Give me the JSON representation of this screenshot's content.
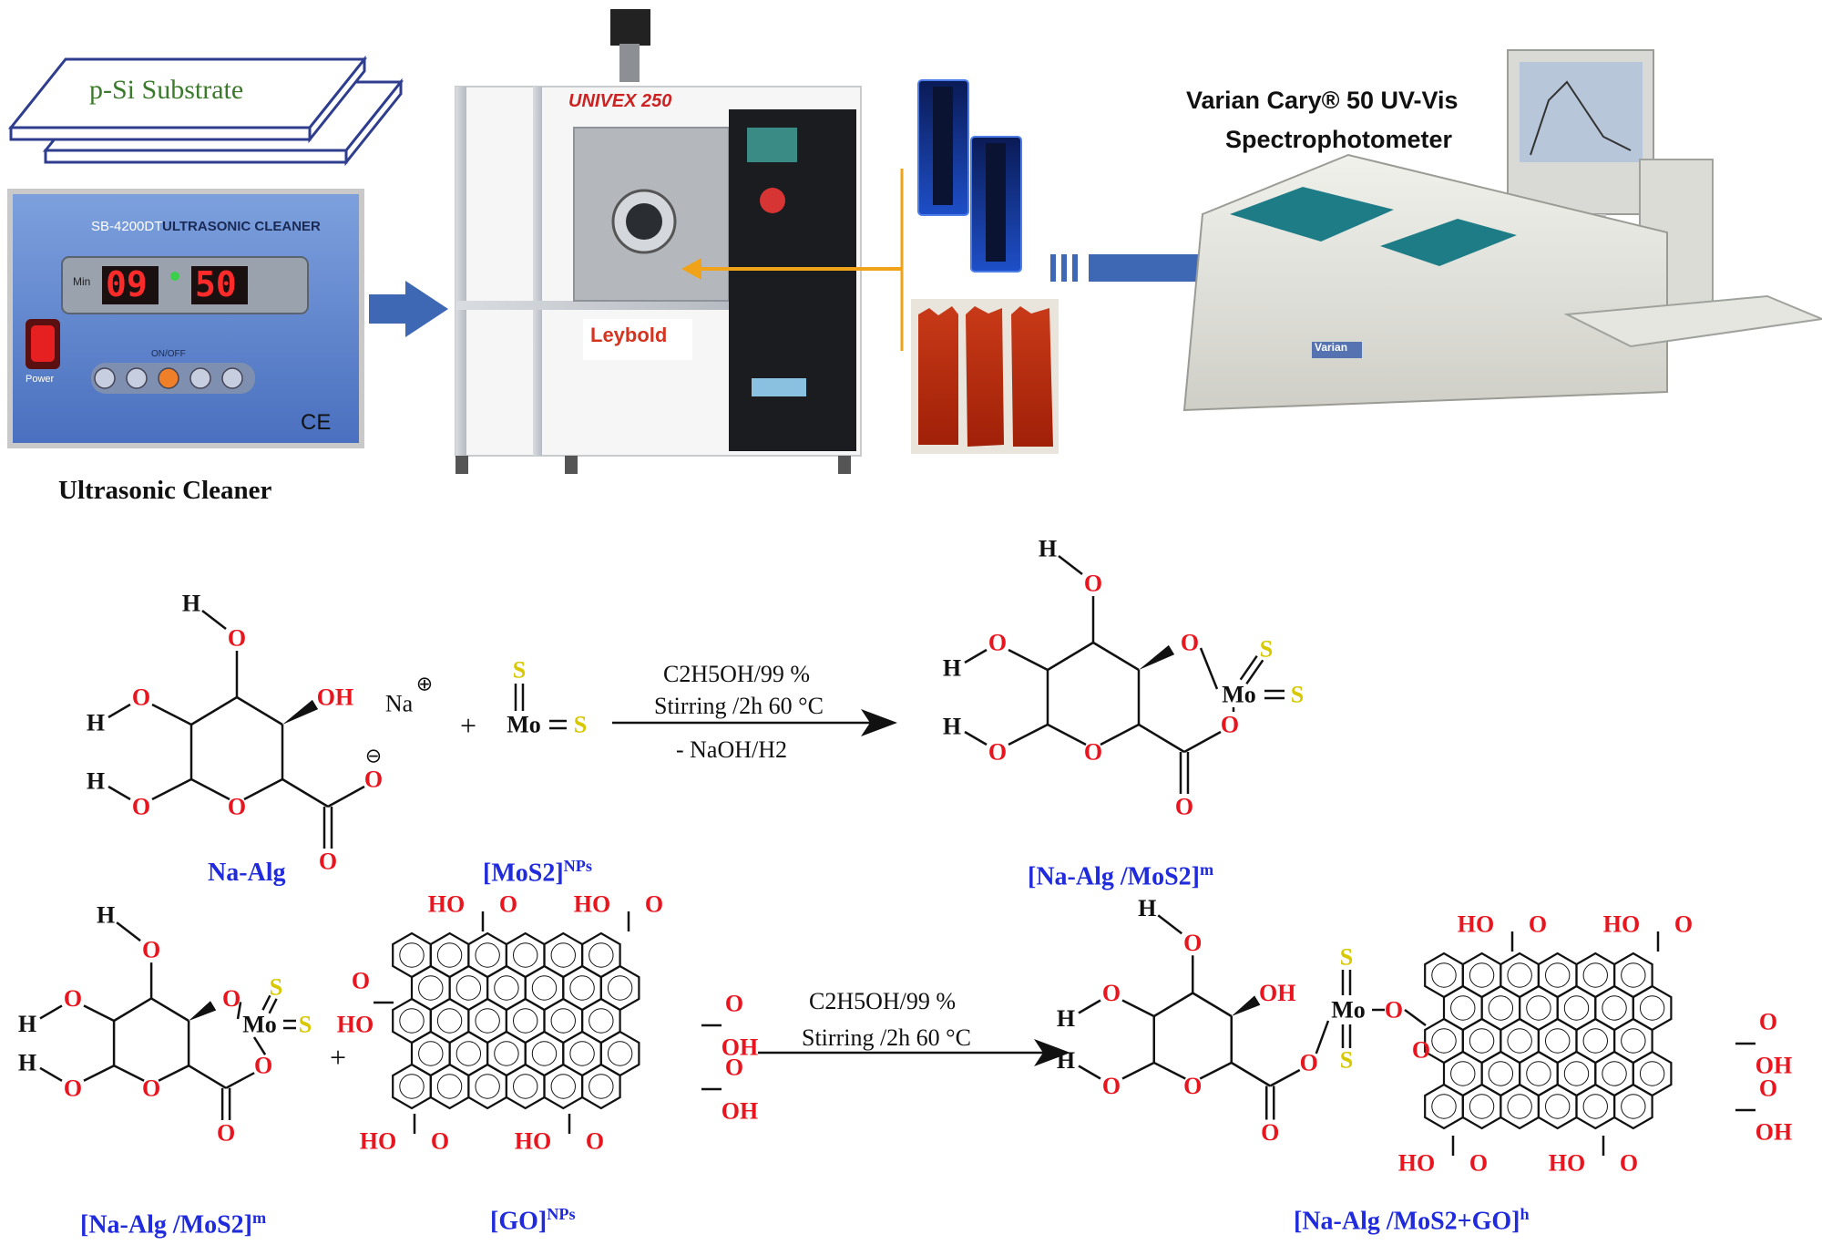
{
  "top": {
    "substrate_label": "p-Si Substrate",
    "cleaner_model": "SB-4200DT",
    "cleaner_title": "ULTRASONIC CLEANER",
    "cleaner_min_label": "Min",
    "cleaner_digits_left": "09",
    "cleaner_digits_right": "50",
    "cleaner_power_label": "Power",
    "cleaner_onoff_label": "ON/OFF",
    "cleaner_ce": "CE",
    "cleaner_caption": "Ultrasonic Cleaner",
    "univex_label": "UNIVEX 250",
    "leybold_label": "Leybold",
    "spectro_line1": "Varian Cary® 50 UV-Vis",
    "spectro_line2": "Spectrophotometer",
    "spectro_brand": "Varian"
  },
  "reaction1": {
    "reactant1_label": "Na-Alg",
    "reactant2_label": "[MoS2]",
    "reactant2_sup": "NPs",
    "product_label": "[Na-Alg /MoS2]",
    "product_sup": "m",
    "na_label": "Na",
    "plus": "+",
    "cond_line1": "C2H5OH/99 %",
    "cond_line2": "Stirring /2h 60 °C",
    "cond_line3": "- NaOH/H2"
  },
  "reaction2": {
    "reactant1_label": "[Na-Alg /MoS2]",
    "reactant1_sup": "m",
    "reactant2_label": "[GO]",
    "reactant2_sup": "NPs",
    "product_label": "[Na-Alg /MoS2+GO]",
    "product_sup": "h",
    "plus": "+",
    "cond_line1": "C2H5OH/99 %",
    "cond_line2": "Stirring /2h 60 °C"
  },
  "atoms": {
    "H": "H",
    "O": "O",
    "OH": "OH",
    "HO": "HO",
    "S": "S",
    "Mo": "Mo"
  },
  "colors": {
    "label_blue": "#1f2bdc",
    "oxygen_red": "#e8141e",
    "sulfur_yellow": "#d8c800",
    "arrow_blue": "#3e67b4",
    "arrow_orange": "#f0a318",
    "cleaner_blue": "#5a7fc8",
    "film_red": "#b3280c"
  }
}
